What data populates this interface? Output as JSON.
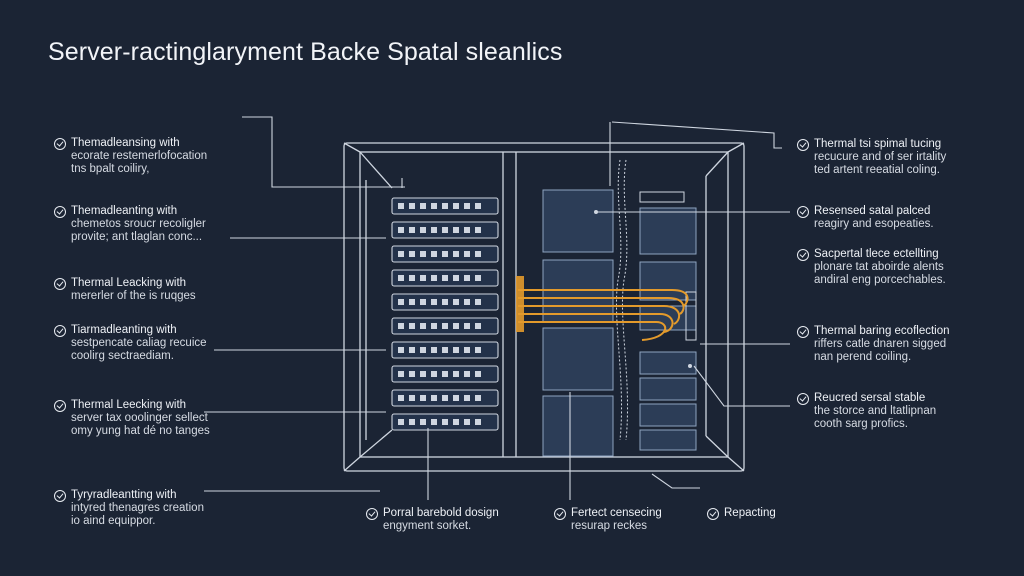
{
  "title": "Server-ractinglaryment Backe Spatal sleanlics",
  "left_annotations": [
    {
      "head": "Themadleansing with",
      "lines": [
        "ecorate restemerlofocation",
        "tns bpalt coiliry,"
      ]
    },
    {
      "head": "Themadleanting with",
      "lines": [
        "chemetos sroucr recoligler",
        "provite; ant tlaglan conc..."
      ]
    },
    {
      "head": "Thermal Leacking with",
      "lines": [
        "mererler of the is ruqges"
      ]
    },
    {
      "head": "Tiarmadleanting with",
      "lines": [
        "sestpencate caliag recuice",
        "coolirg sectraediam."
      ]
    },
    {
      "head": "Thermal Leecking with",
      "lines": [
        "server tax ooolinger sellect",
        "omy yung hat dé no tanges"
      ]
    },
    {
      "head": "Tyryradleantting with",
      "lines": [
        "intyred thenagres creation",
        "io aind equippor."
      ]
    }
  ],
  "right_annotations": [
    {
      "head": "Thermal tsi spimal tucing",
      "lines": [
        "recucure and of ser irtality",
        "ted artent reeatial coling."
      ]
    },
    {
      "head": "Resensed satal palced",
      "lines": [
        "reagiry and esopeaties."
      ]
    },
    {
      "head": "Sacpertal tlece ectellting",
      "lines": [
        "plonare tat aboirde alents",
        "andiral eng porcechables."
      ]
    },
    {
      "head": "Thermal baring ecoflection",
      "lines": [
        "riffers catle dnaren sigged",
        "nan perend coiling."
      ]
    },
    {
      "head": "Reucred sersal stable",
      "lines": [
        "the storce and ltatlipnan",
        "cooth sarg profics."
      ]
    }
  ],
  "bottom_annotations": [
    {
      "head": "Porral barebold dosign",
      "lines": [
        "engyment sorket."
      ]
    },
    {
      "head": "Fertect censecing",
      "lines": [
        "resurap reckes"
      ]
    },
    {
      "head": "Repacting",
      "lines": []
    }
  ],
  "colors": {
    "background": "#1b2434",
    "line": "#cfd6e0",
    "accent_cable": "#e39a2b",
    "panel_fill": "#2c3d57"
  }
}
